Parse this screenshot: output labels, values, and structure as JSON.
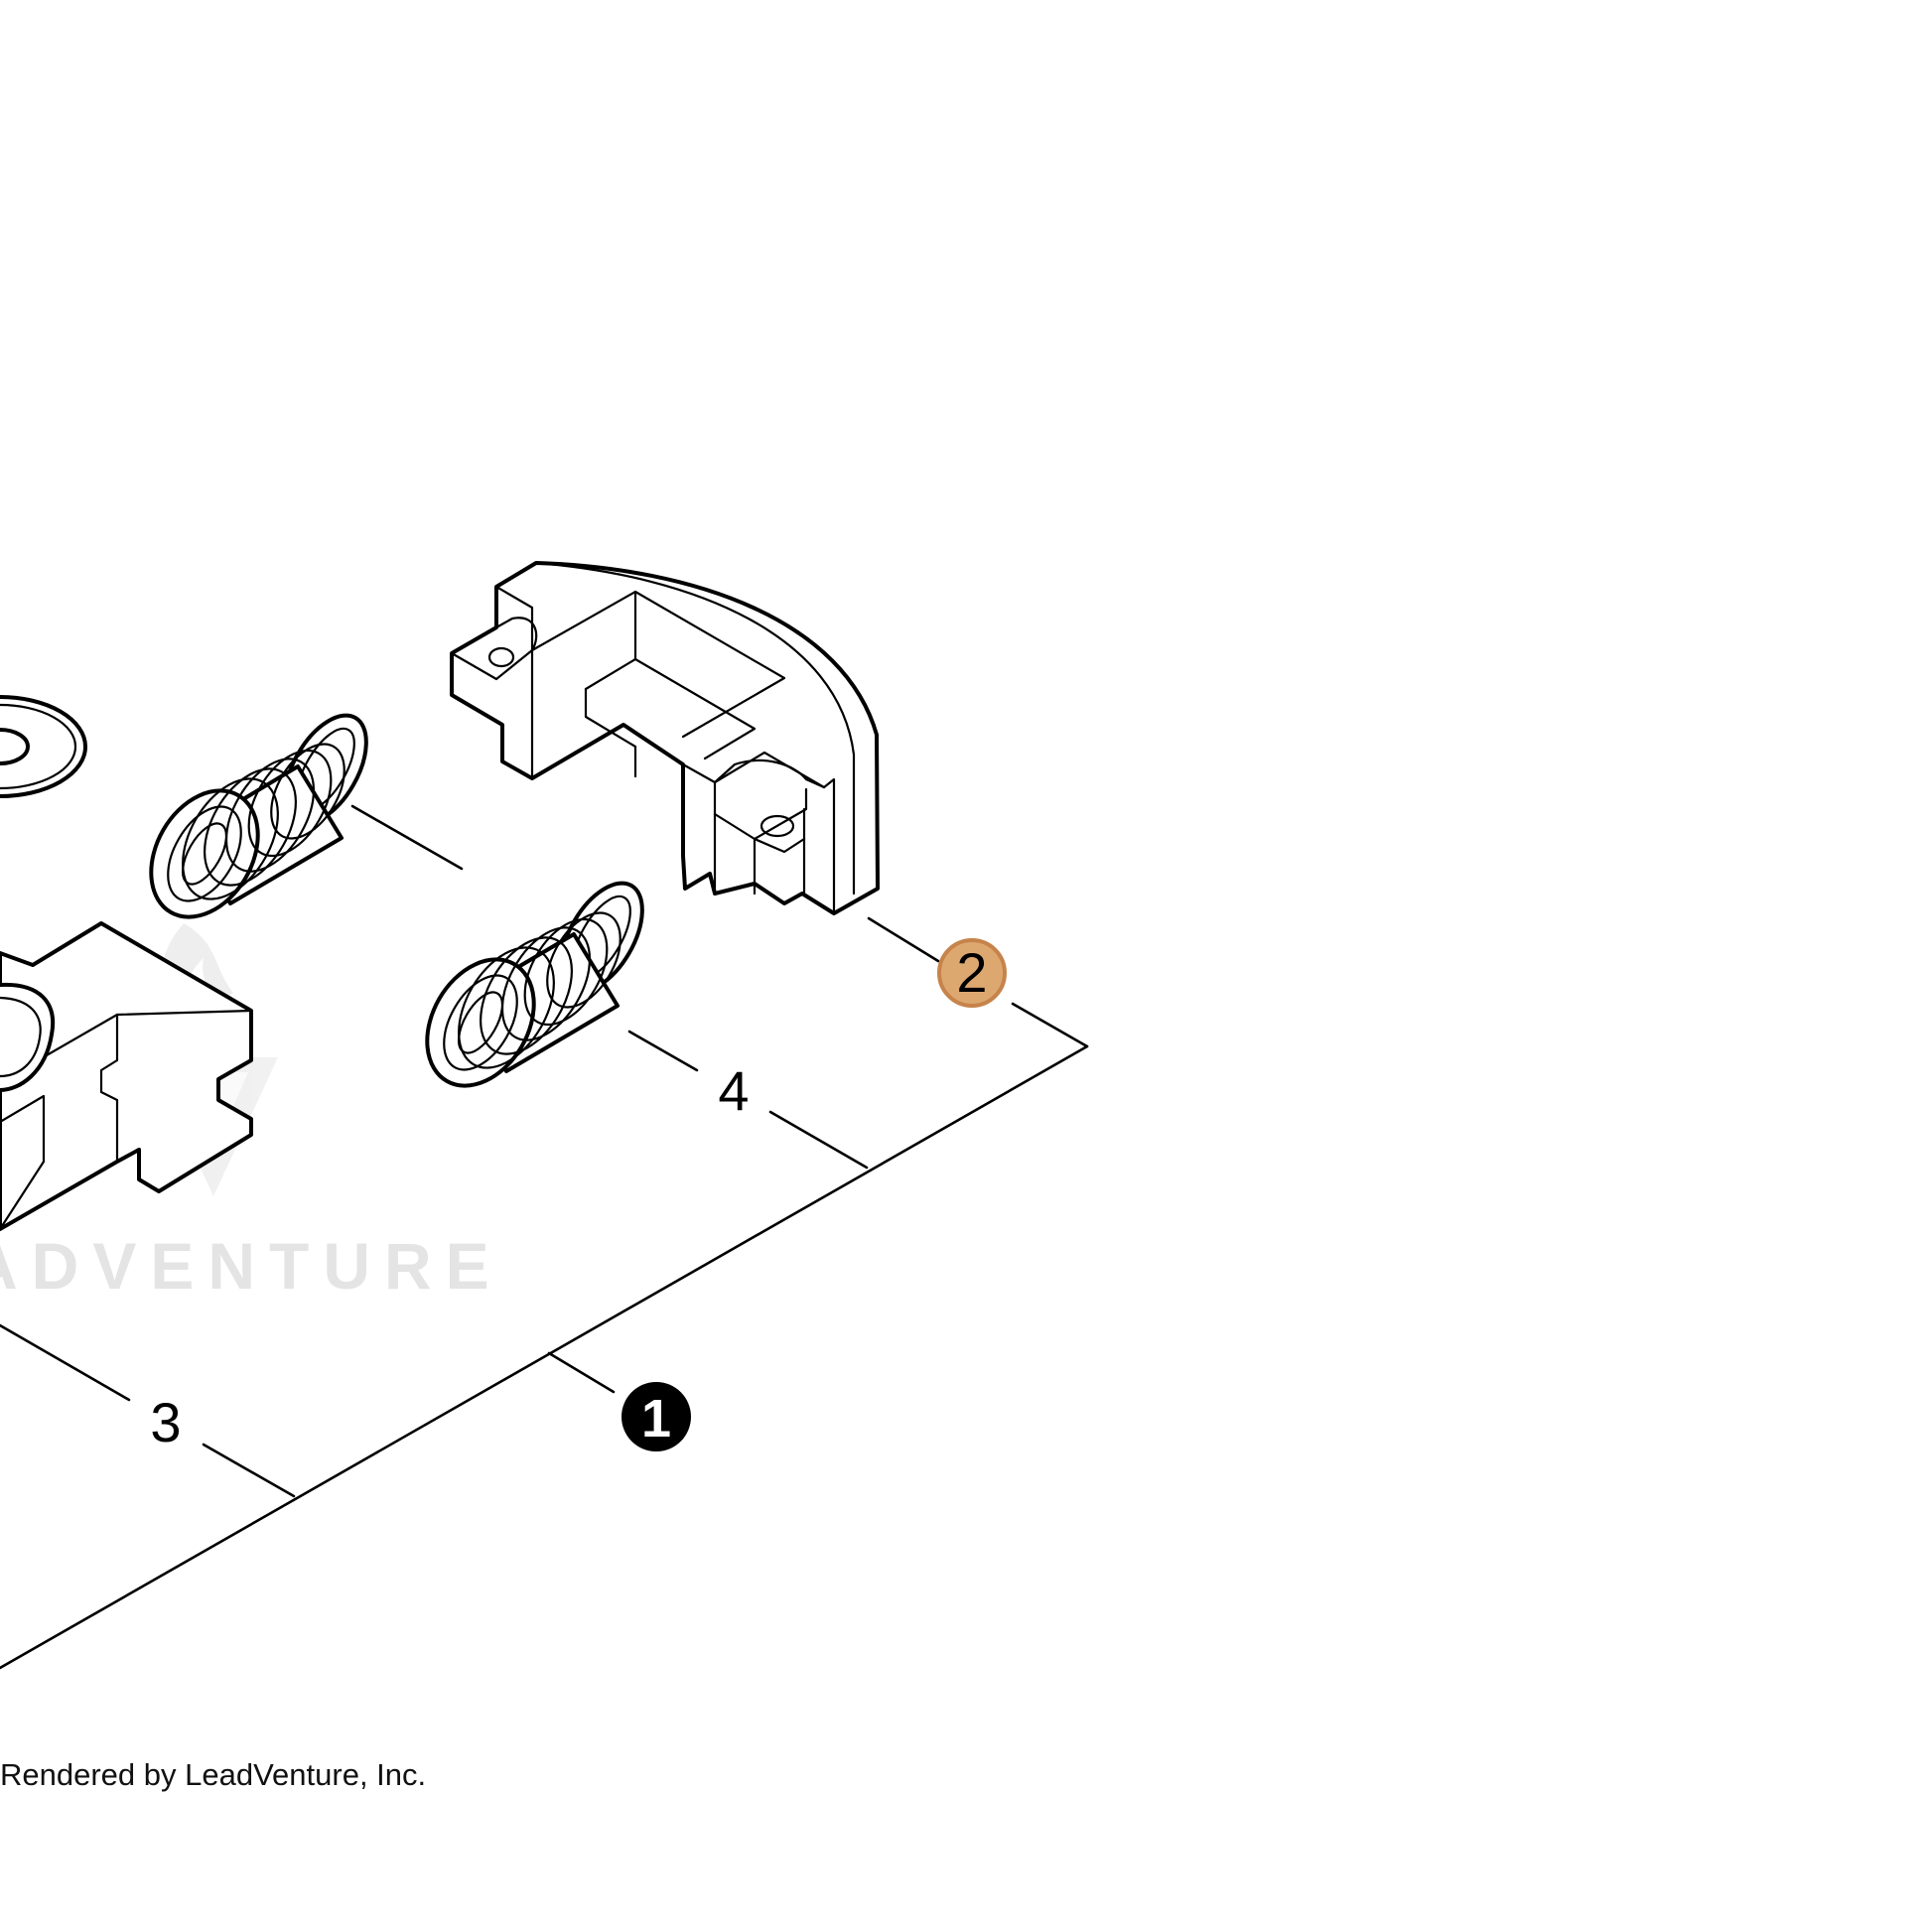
{
  "callouts": {
    "item_1": "1",
    "item_2": "2",
    "item_3": "3",
    "item_4": "4"
  },
  "colors": {
    "highlight_fill": "#dda870",
    "highlight_stroke": "#c6834a",
    "callout_black": "#000000",
    "watermark": "#e4e4e4"
  },
  "watermark": {
    "text": "ADVENTURE"
  },
  "footer": {
    "credit": "Rendered by LeadVenture, Inc."
  }
}
